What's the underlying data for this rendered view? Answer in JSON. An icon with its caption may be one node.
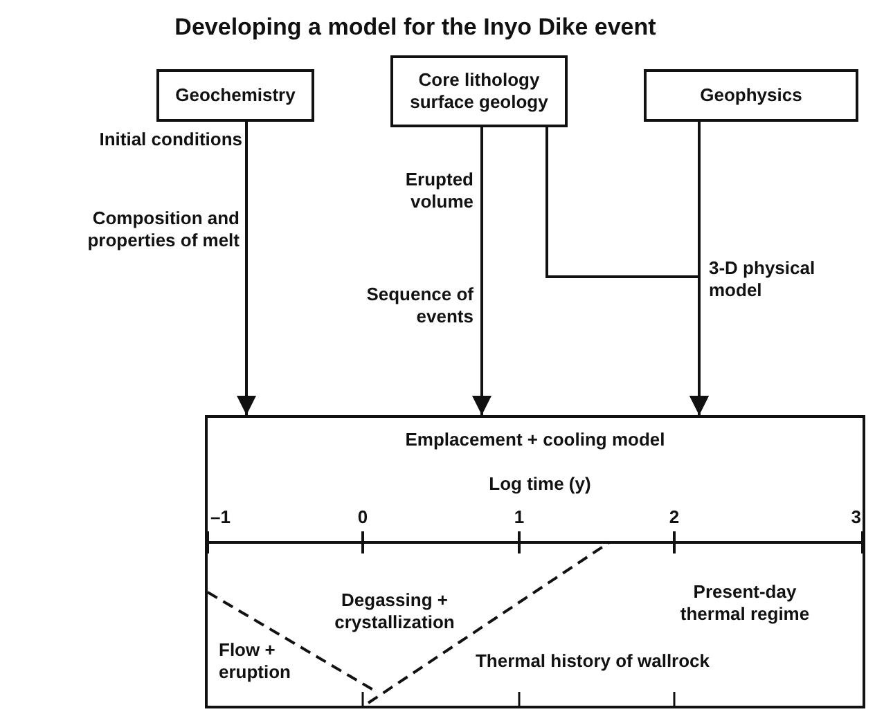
{
  "diagram": {
    "title": "Developing a model for the Inyo Dike event",
    "nodes": [
      {
        "text": [
          "Geochemistry"
        ]
      },
      {
        "text": [
          "Core lithology surface geology"
        ]
      },
      {
        "text": [
          "Geophysics"
        ]
      },
      {
        "text": [
          "Emplacement + cooling model"
        ]
      }
    ],
    "edges": [
      {
        "from": 0,
        "to": 3,
        "arrow": "to",
        "label": "Composition and properties of melt"
      },
      {
        "from": 1,
        "to": 3,
        "arrow": "to",
        "label": "Sequence of events"
      },
      {
        "from": 1,
        "to": 3,
        "arrow": "to"
      },
      {
        "from": 2,
        "to": 3,
        "arrow": "to",
        "label": "3-D physical model"
      }
    ],
    "labels": [
      "Initial conditions",
      "Erupted volume",
      "Log time (y)",
      "–1",
      "0",
      "1",
      "2",
      "3",
      "Degassing + crystallization",
      "Present-day thermal regime",
      "Flow + eruption",
      "Thermal history of wallrock"
    ]
  }
}
